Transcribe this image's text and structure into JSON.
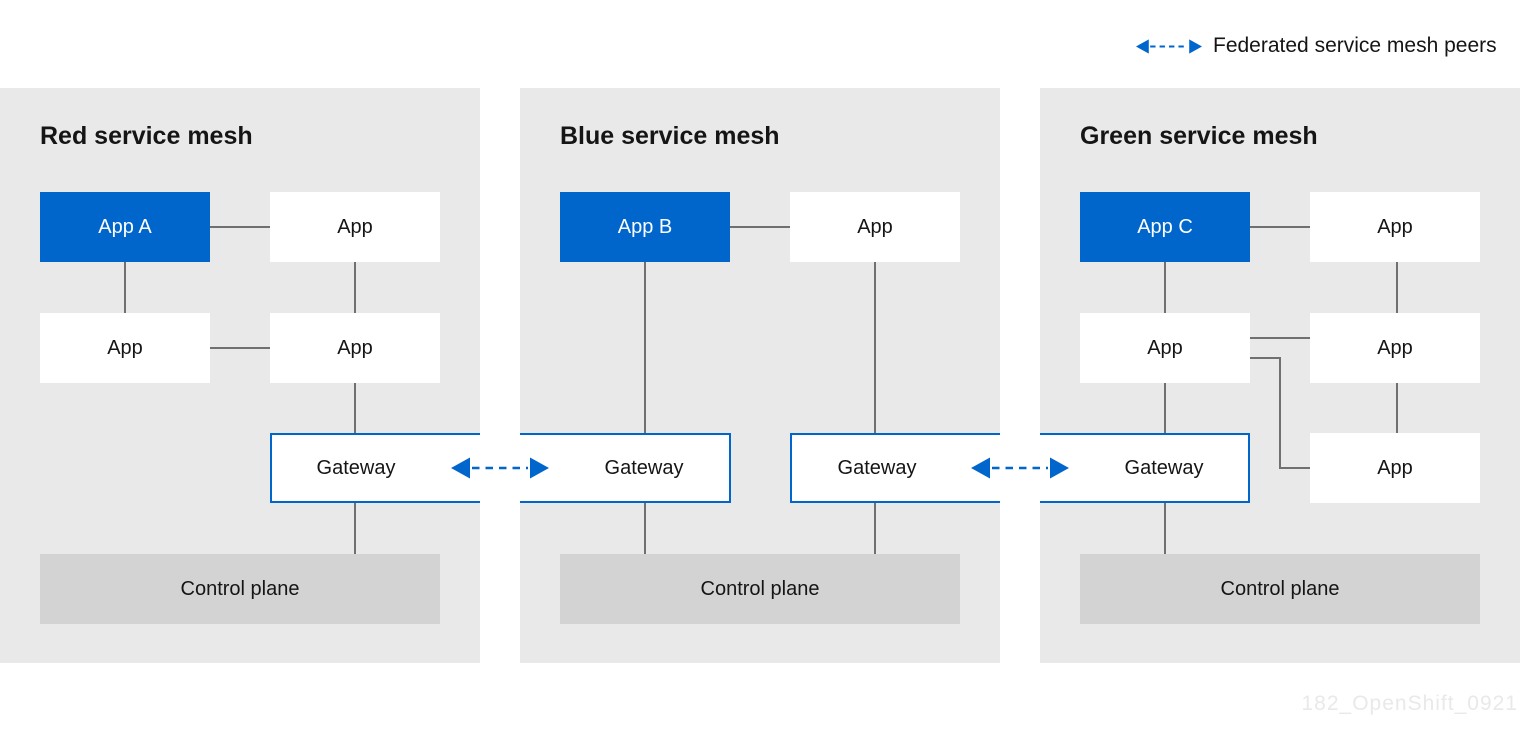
{
  "legend": {
    "label": "Federated service mesh peers"
  },
  "watermark": "182_OpenShift_0921",
  "colors": {
    "accent_blue": "#0066cc",
    "panel_bg": "#e9e9e9",
    "control_plane_bg": "#d3d3d3",
    "connector_gray": "#707070",
    "text_dark": "#151515",
    "node_bg": "#ffffff",
    "watermark_gray": "#e9e9e9"
  },
  "meshes": [
    {
      "title": "Red service mesh",
      "nodes": {
        "featured_app": "App A",
        "app_top_right": "App",
        "app_mid_left": "App",
        "app_mid_right": "App"
      },
      "gateways": {
        "right": "Gateway"
      },
      "control_plane": "Control plane"
    },
    {
      "title": "Blue service mesh",
      "nodes": {
        "featured_app": "App B",
        "app_top_right": "App"
      },
      "gateways": {
        "left": "Gateway",
        "right": "Gateway"
      },
      "control_plane": "Control plane"
    },
    {
      "title": "Green service mesh",
      "nodes": {
        "featured_app": "App C",
        "app_top_right": "App",
        "app_mid_left": "App",
        "app_mid_right": "App",
        "app_bottom_right": "App"
      },
      "gateways": {
        "left": "Gateway"
      },
      "control_plane": "Control plane"
    }
  ]
}
